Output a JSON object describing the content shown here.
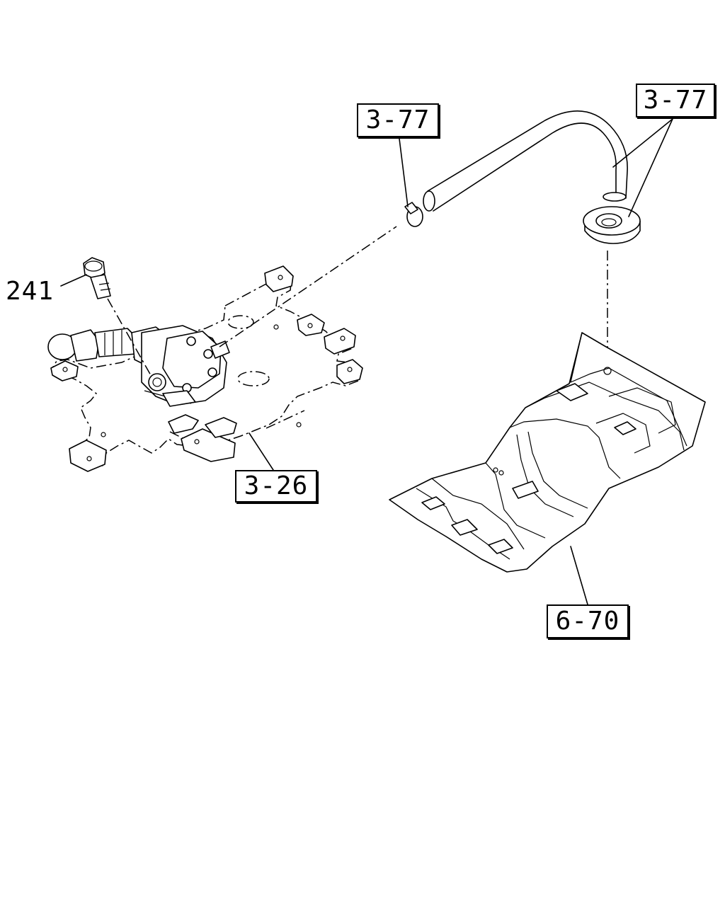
{
  "callouts": {
    "bolt": "241",
    "hose_clamp": "3-77",
    "hose_grommet": "3-77",
    "bracket": "3-26",
    "floor_panel": "6-70"
  },
  "colors": {
    "line": "#000000",
    "background": "#ffffff"
  }
}
